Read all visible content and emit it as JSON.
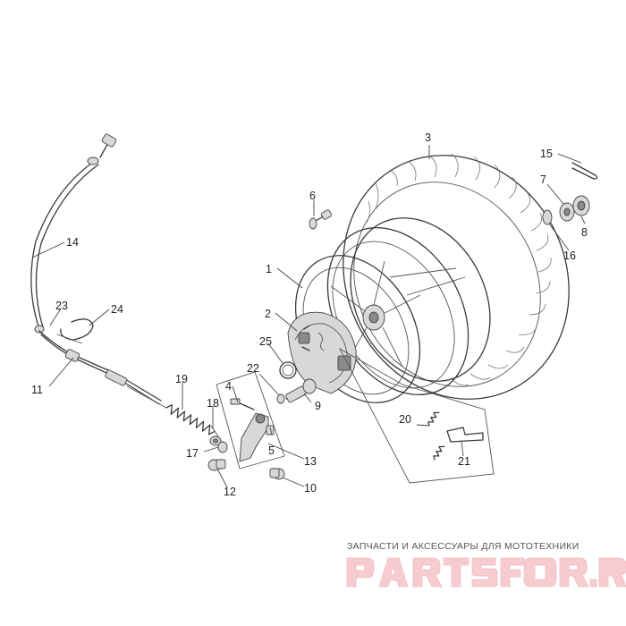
{
  "diagram": {
    "callouts": [
      "1",
      "2",
      "3",
      "4",
      "5",
      "6",
      "7",
      "8",
      "9",
      "10",
      "11",
      "12",
      "13",
      "14",
      "15",
      "16",
      "17",
      "18",
      "19",
      "20",
      "21",
      "22",
      "23",
      "24",
      "25"
    ]
  },
  "watermark": {
    "tagline": "ЗАПЧАСТИ И АКСЕССУАРЫ ДЛЯ МОТОТЕХНИКИ",
    "logo_text": "PARTSFOR.RU"
  }
}
